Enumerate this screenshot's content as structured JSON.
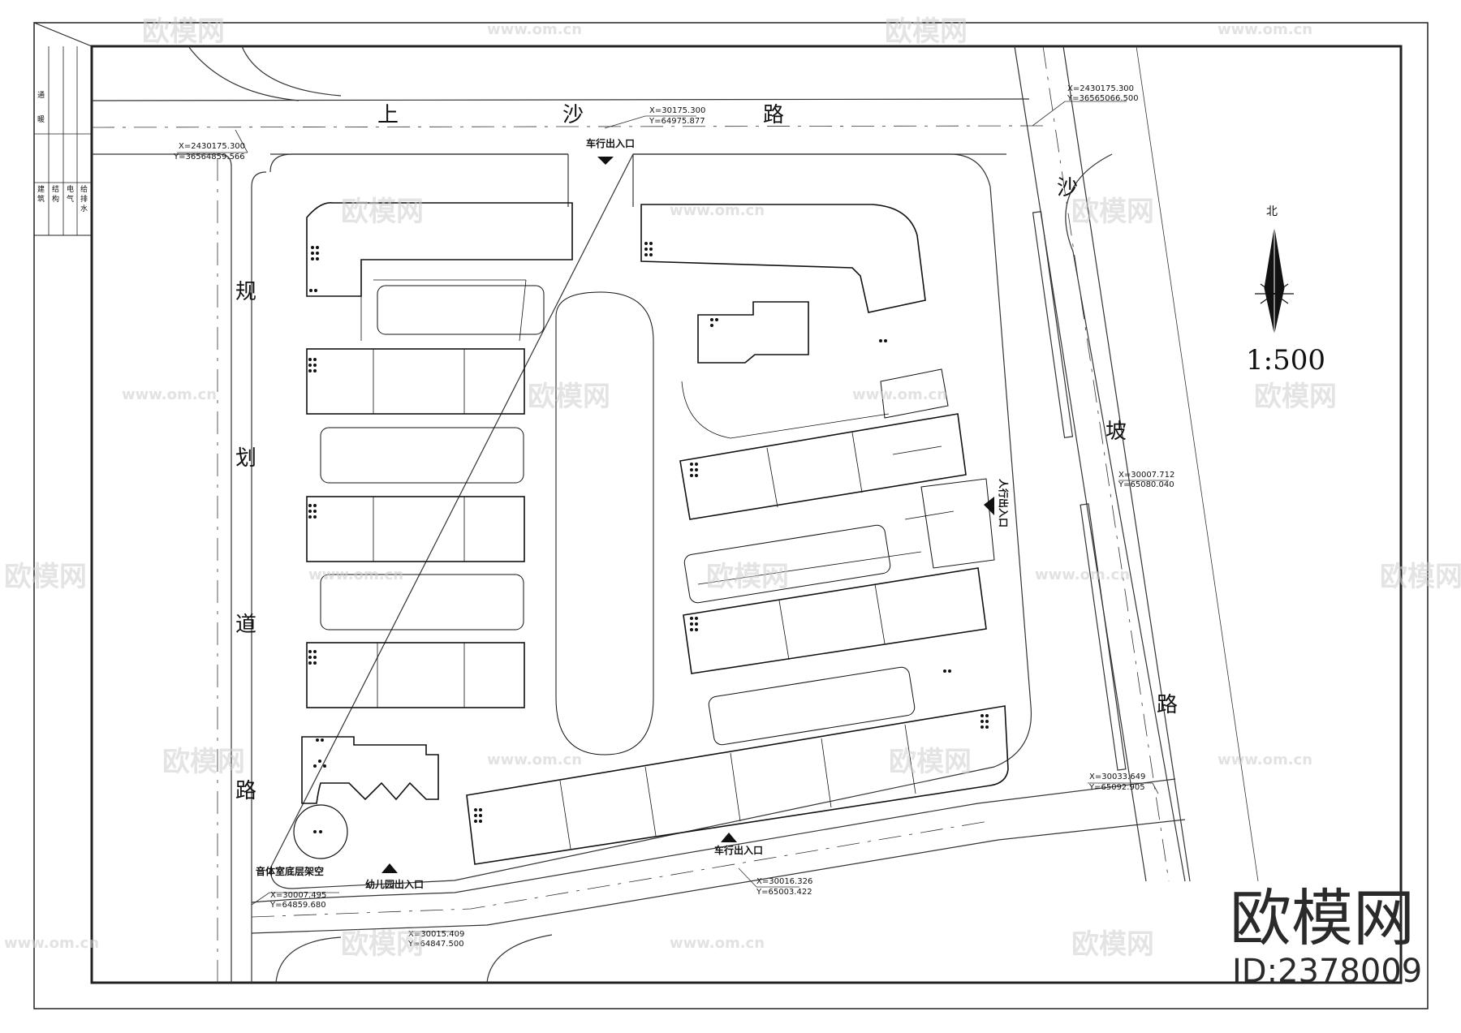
{
  "roads": {
    "north": [
      "上",
      "沙",
      "路"
    ],
    "west": [
      "规",
      "划",
      "道",
      "路"
    ],
    "east": [
      "沙",
      "坡",
      "路"
    ]
  },
  "coordinates": [
    {
      "x_text": "X=2430175.300",
      "y_text": "Y=36564859.566"
    },
    {
      "x_text": "X=30175.300",
      "y_text": "Y=64975.877"
    },
    {
      "x_text": "X=2430175.300",
      "y_text": "Y=36565066.500"
    },
    {
      "x_text": "X=30007.712",
      "y_text": "Y=65080.040"
    },
    {
      "x_text": "X=30033.649",
      "y_text": "Y=65092.905"
    },
    {
      "x_text": "X=30016.326",
      "y_text": "Y=65003.422"
    },
    {
      "x_text": "X=30007.495",
      "y_text": "Y=64859.680"
    },
    {
      "x_text": "X=30015.409",
      "y_text": "Y=64847.500"
    }
  ],
  "entrances": {
    "north_vehicle": "车行出入口",
    "south_vehicle": "车行出入口",
    "east_pedestrian": "人行出入口",
    "kindergarten": "幼儿园出入口",
    "sports_room": "音体室底层架空"
  },
  "north_arrow_label": "北",
  "scale": "1:500",
  "title_block": {
    "labels": [
      "建",
      "筑",
      "结",
      "构",
      "电",
      "气",
      "给",
      "排",
      "水",
      "暖",
      "通"
    ]
  },
  "watermarks": {
    "brand": "欧模网",
    "url": "www.om.cn"
  },
  "brand": {
    "name": "欧模网",
    "id": "ID:2378009"
  }
}
